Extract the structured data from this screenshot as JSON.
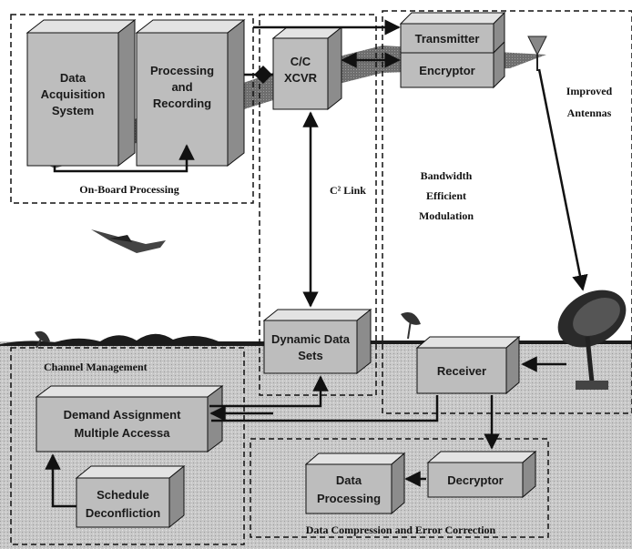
{
  "boxes": {
    "data_acquisition": [
      "Data",
      "Acquisition",
      "System"
    ],
    "processing_recording": [
      "Processing",
      "and",
      "Recording"
    ],
    "cc_xcvr": [
      "C/C",
      "XCVR"
    ],
    "transmitter": "Transmitter",
    "encryptor": "Encryptor",
    "dynamic_data_sets": [
      "Dynamic Data",
      "Sets"
    ],
    "receiver": "Receiver",
    "dama": [
      "Demand Assignment",
      "Multiple Accessa"
    ],
    "schedule": [
      "Schedule",
      "Deconfliction"
    ],
    "data_processing": [
      "Data",
      "Processing"
    ],
    "decryptor": "Decryptor"
  },
  "labels": {
    "onboard": "On-Board Processing",
    "c2_link": "C² Link",
    "bandwidth": [
      "Bandwidth",
      "Efficient",
      "Modulation"
    ],
    "antennas": [
      "Improved",
      "Antennas"
    ],
    "channel_mgmt": "Channel Management",
    "compression": "Data Compression and Error Correction"
  }
}
